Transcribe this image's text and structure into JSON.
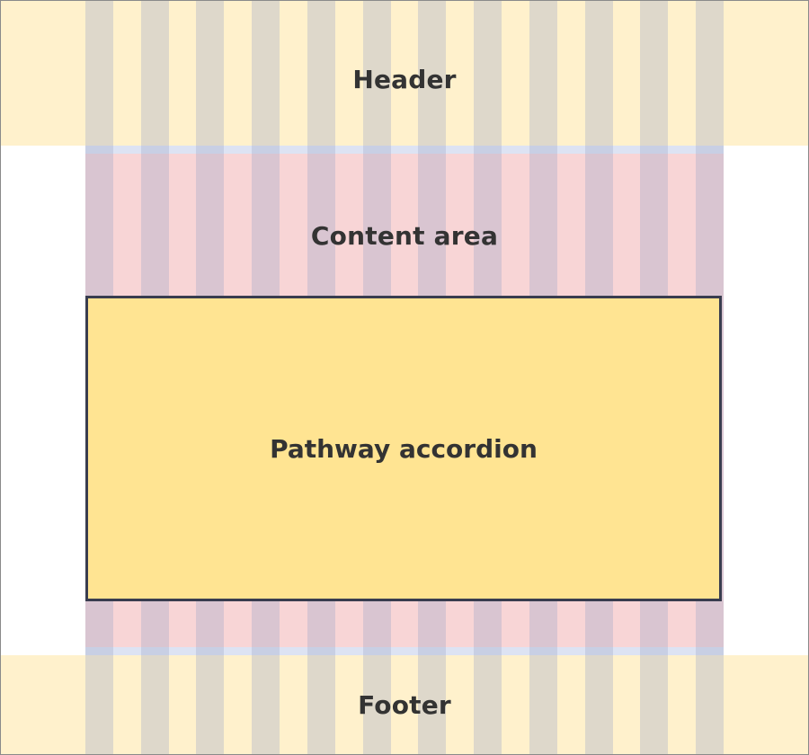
{
  "regions": {
    "header": {
      "label": "Header"
    },
    "content": {
      "label": "Content area"
    },
    "accordion": {
      "label": "Pathway accordion"
    },
    "footer": {
      "label": "Footer"
    }
  },
  "grid": {
    "column_count": 12
  },
  "colors": {
    "header_footer_bg": "#fff1cc",
    "content_bg": "#f8d5d6",
    "accordion_bg": "#ffe492",
    "accordion_border": "#393d4f",
    "column_overlay": "#a0aac8",
    "text": "#333333"
  }
}
